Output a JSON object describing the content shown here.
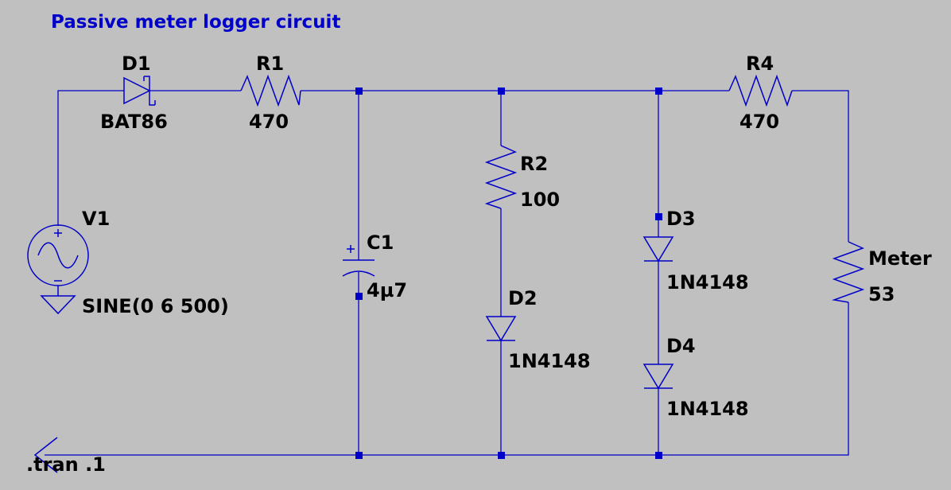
{
  "title": "Passive meter logger circuit",
  "directive": ".tran .1",
  "colors": {
    "background": "#c0c0c0",
    "wire": "#0000c8",
    "text": "#000000",
    "title": "#0000c8"
  },
  "components": {
    "d1": {
      "name": "D1",
      "value": "BAT86"
    },
    "r1": {
      "name": "R1",
      "value": "470"
    },
    "r4": {
      "name": "R4",
      "value": "470"
    },
    "v1": {
      "name": "V1",
      "value": "SINE(0 6 500)"
    },
    "c1": {
      "name": "C1",
      "value": "4µ7"
    },
    "r2": {
      "name": "R2",
      "value": "100"
    },
    "d2": {
      "name": "D2",
      "value": "1N4148"
    },
    "d3": {
      "name": "D3",
      "value": "1N4148"
    },
    "d4": {
      "name": "D4",
      "value": "1N4148"
    },
    "meter": {
      "name": "Meter",
      "value": "53"
    }
  }
}
